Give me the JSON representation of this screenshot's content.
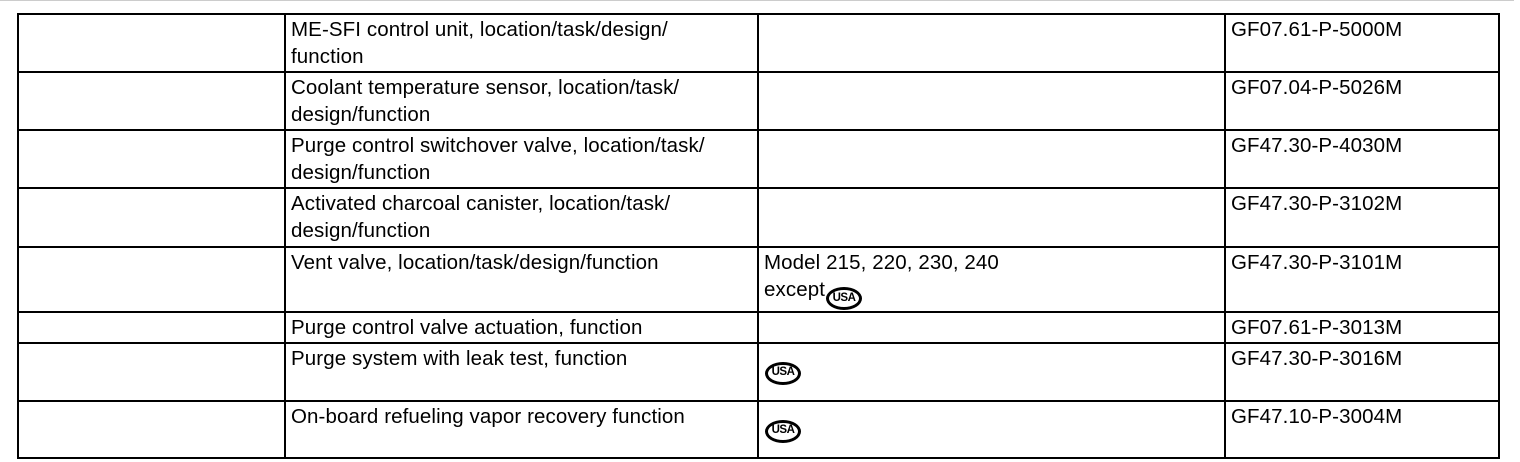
{
  "page": {
    "background": "#ffffff",
    "table_border_color": "#000000",
    "top_divider_color": "#cccccc"
  },
  "table": {
    "columns": [
      "reference",
      "description",
      "qualifier",
      "document-code"
    ],
    "rows": [
      {
        "description": [
          "ME-SFI control unit, location/task/design/",
          "function"
        ],
        "qualifier": [],
        "code": "GF07.61-P-5000M"
      },
      {
        "description": [
          "Coolant temperature sensor, location/task/",
          "design/function"
        ],
        "qualifier": [],
        "code": "GF07.04-P-5026M"
      },
      {
        "description": [
          "Purge control switchover valve, location/task/",
          "design/function"
        ],
        "qualifier": [],
        "code": "GF47.30-P-4030M"
      },
      {
        "description": [
          "Activated charcoal canister, location/task/",
          "design/function"
        ],
        "qualifier": [],
        "code": "GF47.30-P-3102M"
      },
      {
        "description": [
          "Vent valve, location/task/design/function"
        ],
        "qualifier": [
          "Model 215, 220, 230, 240",
          "except"
        ],
        "badge": "USA",
        "code": "GF47.30-P-3101M"
      },
      {
        "description": [
          "Purge control valve actuation, function"
        ],
        "qualifier": [],
        "code": "GF07.61-P-3013M"
      },
      {
        "description": [
          "Purge system with leak test, function"
        ],
        "qualifier": [],
        "badge": "USA",
        "code": "GF47.30-P-3016M"
      },
      {
        "description": [
          "On-board refueling vapor recovery function"
        ],
        "qualifier": [],
        "badge": "USA",
        "code": "GF47.10-P-3004M"
      }
    ]
  }
}
